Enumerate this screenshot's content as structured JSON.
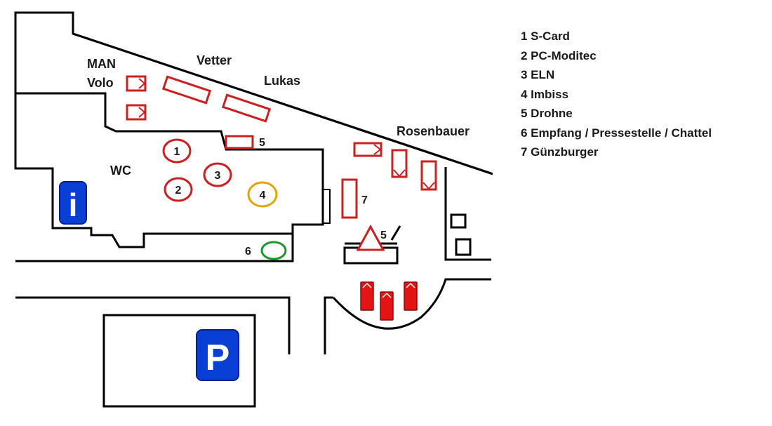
{
  "labels": {
    "man": "MAN",
    "volo": "Volo",
    "vetter": "Vetter",
    "lukas": "Lukas",
    "rosenbauer": "Rosenbauer",
    "wc": "WC"
  },
  "markers": {
    "m1": "1",
    "m2": "2",
    "m3": "3",
    "m4": "4",
    "m5_booth": "5",
    "m5_launch": "5",
    "m6": "6",
    "m7": "7"
  },
  "signs": {
    "info": "i",
    "parking": "P"
  },
  "icons": {
    "info": "info-icon",
    "parking": "parking-icon",
    "drone": "drone-launch-triangle-icon"
  },
  "colors": {
    "walls": "#000000",
    "booth": "#cc1f1f",
    "vehicle": "#e21414",
    "imbiss": "#e3a300",
    "reception": "#1a9a2a",
    "sign": "#0a3fd6"
  },
  "legend": [
    {
      "text": "1 S-Card"
    },
    {
      "text": "2 PC-Moditec"
    },
    {
      "text": "3 ELN"
    },
    {
      "text": "4 Imbiss"
    },
    {
      "text": "5 Drohne"
    },
    {
      "text": "6 Empfang / Pressestelle  / Chattel"
    },
    {
      "text": "7 Günzburger"
    }
  ]
}
